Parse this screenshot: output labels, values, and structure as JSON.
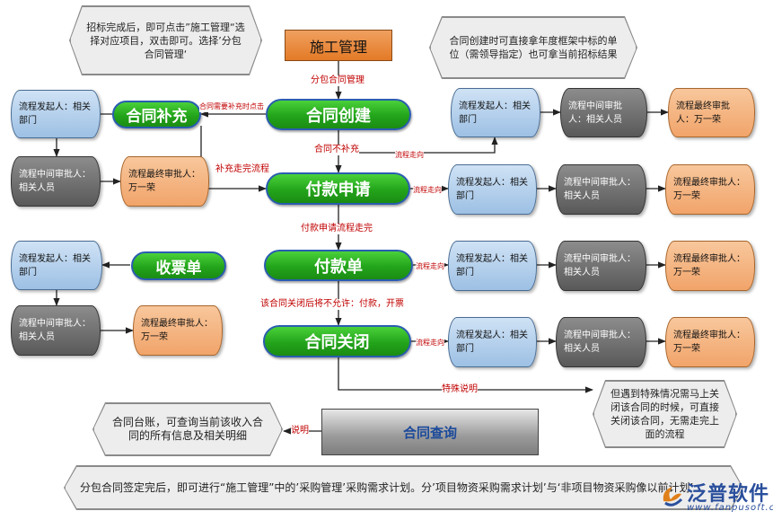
{
  "nodes": {
    "construction_mgmt": "施工管理",
    "contract_create": "合同创建",
    "contract_supplement": "合同补充",
    "payment_request": "付款申请",
    "payment_slip": "付款单",
    "invoice_slip": "收票单",
    "contract_close": "合同关闭",
    "contract_query": "合同查询"
  },
  "roles": {
    "initiator": "流程发起人：相关部门",
    "middle": "流程中间审批人：相关人员",
    "final": "流程最终审批人：万一荣"
  },
  "labels": {
    "subcontract_mgmt": "分包合同管理",
    "needs_supplement": "合同需要补充时点击",
    "no_supplement": "合同不补充",
    "supplement_done": "补充走完流程",
    "flow_direction": "流程走向",
    "payment_request_done": "付款申请流程走完",
    "closed_not_allowed": "该合同关闭后将不允许：付款，开票",
    "special_note": "特殊说明",
    "note": "说明"
  },
  "notes": {
    "tender_done": "招标完成后，即可点击”施工管理“选择对应项目，双击即可。选择’分包合同管理‘",
    "framework": "合同创建时可直接拿年度框架中标的单位（需领导指定）也可拿当前招标结果",
    "special_case": "但遇到特殊情况需马上关闭该合同的时候，可直接关闭该合同，无需走完上面的流程",
    "ledger": "合同台账，可查询当前该收入合同的所有信息及相关明细",
    "bottom": "分包合同签定完后，即可进行“施工管理”中的’采购管理’采购需求计划。分’项目物资采购需求计划’与‘非项目物资采购像以前计划’"
  },
  "logo": {
    "name": "泛普软件",
    "url": "www.fanpusoft.com"
  },
  "colors": {
    "green": "#23a41b",
    "orange": "#e37a26",
    "blue": "#9dc0e4",
    "dark_gray": "#595959",
    "arrow_red": "#c00000",
    "logo_blue": "#2a4f9c"
  }
}
